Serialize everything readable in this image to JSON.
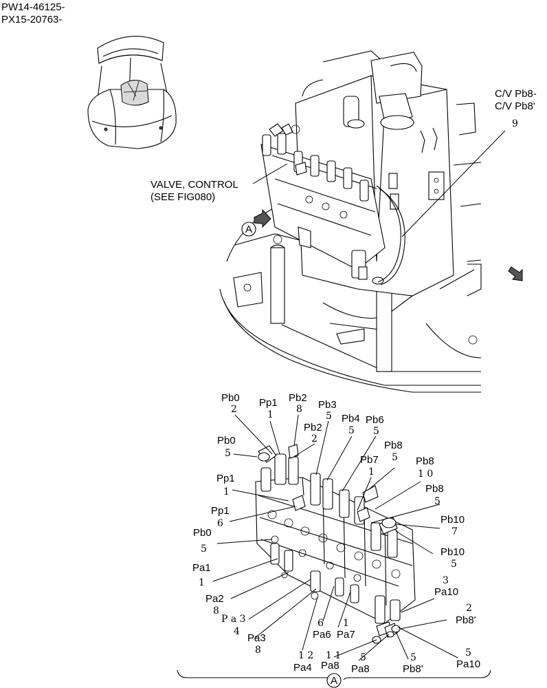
{
  "serials": [
    "PW14-46125-",
    "PX15-20763-"
  ],
  "callouts": {
    "control_valve": [
      "VALVE, CONTROL",
      "(SEE FIG080)"
    ],
    "check_valve": [
      "C/V Pb8-",
      "C/V Pb8'"
    ],
    "check_valve_item": "9",
    "view_marker": "A"
  },
  "parts": [
    {
      "port": "Pb0",
      "item": "2"
    },
    {
      "port": "Pp1",
      "item": "1"
    },
    {
      "port": "Pb2",
      "item": "8"
    },
    {
      "port": "Pb3",
      "item": "5"
    },
    {
      "port": "Pb2",
      "item": "2"
    },
    {
      "port": "Pb4",
      "item": "5"
    },
    {
      "port": "Pb6",
      "item": "5"
    },
    {
      "port": "Pb0",
      "item": "5"
    },
    {
      "port": "Pb8",
      "item": "5"
    },
    {
      "port": "Pb7",
      "item": "1"
    },
    {
      "port": "Pb8",
      "item": "1 0"
    },
    {
      "port": "Pp1",
      "item": "1"
    },
    {
      "port": "Pb8",
      "item": "5"
    },
    {
      "port": "Pp1",
      "item": "6"
    },
    {
      "port": "Pb10",
      "item": "7"
    },
    {
      "port": "Pb0",
      "item": "5"
    },
    {
      "port": "Pb10",
      "item": "5"
    },
    {
      "port": "Pa1",
      "item": "1"
    },
    {
      "port": "Pa10",
      "item": "3"
    },
    {
      "port": "Pa2",
      "item": "8"
    },
    {
      "port": "P a 3",
      "item": "4"
    },
    {
      "port": "Pa6",
      "item": "6"
    },
    {
      "port": "Pa7",
      "item": "1"
    },
    {
      "port": "Pb8'",
      "item": "2"
    },
    {
      "port": "Pa3",
      "item": "8"
    },
    {
      "port": "Pa4",
      "item": "1 2"
    },
    {
      "port": "Pa8",
      "item": "1 1"
    },
    {
      "port": "Pa8",
      "item": "5"
    },
    {
      "port": "Pb8'",
      "item": "5"
    },
    {
      "port": "Pa10",
      "item": "5"
    }
  ]
}
